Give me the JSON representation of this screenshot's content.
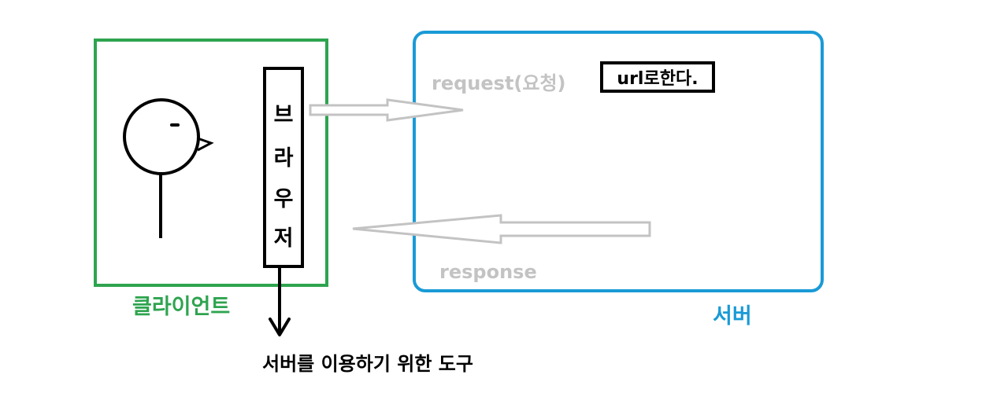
{
  "client": {
    "label": "클라이언트"
  },
  "server": {
    "label": "서버"
  },
  "browser": {
    "chars": [
      "브",
      "라",
      "우",
      "저"
    ]
  },
  "request": {
    "label": "request(요청)"
  },
  "response": {
    "label": "response"
  },
  "url_note": {
    "label": "url로한다."
  },
  "tool_caption": {
    "label": "서버를 이용하기 위한 도구"
  },
  "colors": {
    "client": "#2ea44f",
    "server": "#1a9ad6",
    "arrow": "#c3c3c3",
    "ink": "#000000"
  }
}
